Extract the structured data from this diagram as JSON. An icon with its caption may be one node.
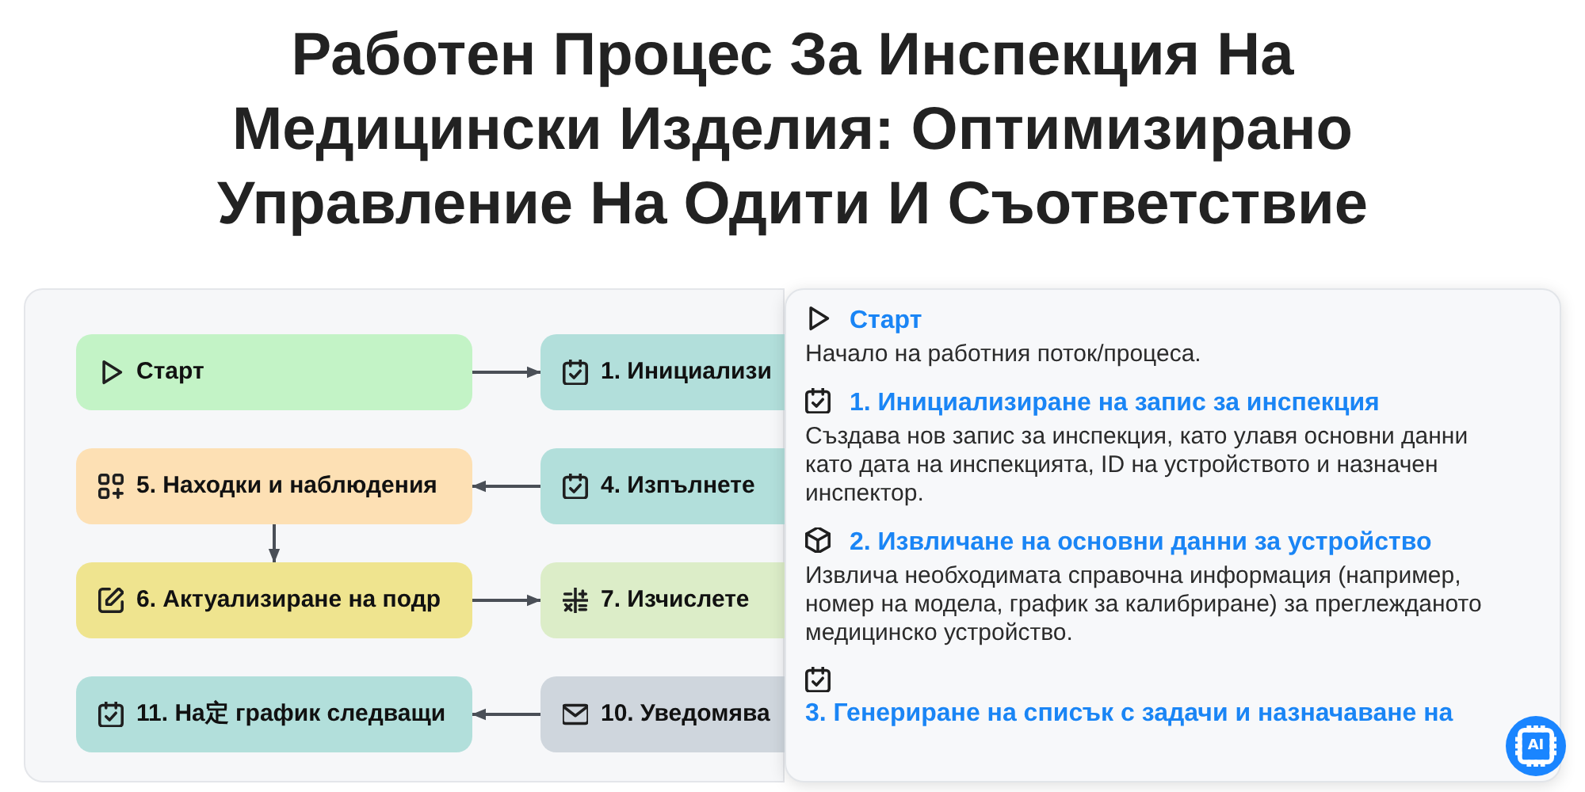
{
  "diagram": {
    "title": "Работен Процес За Инспекция На Медицински Изделия: Оптимизирано Управление На Одити И Съответствие",
    "nodes": [
      {
        "text": [
          "Старт"
        ]
      },
      {
        "text": [
          "1. Инициализи"
        ]
      },
      {
        "text": [
          "5. Находки и наблюдения"
        ]
      },
      {
        "text": [
          "4. Изпълнете"
        ]
      },
      {
        "text": [
          "6. Актуализиране на подр"
        ]
      },
      {
        "text": [
          "7. Изчислете"
        ]
      },
      {
        "text": [
          "11. На定 график следващи"
        ]
      },
      {
        "text": [
          "10. Уведомява"
        ]
      },
      {
        "text": [
          "Старт",
          "Начало на работния поток/процеса.",
          "1. Инициализиране на запис за инспекция",
          "Създава нов запис за инспекция, като улавя основни данни като дата на инспекцията, ID на устройството и назначен инспектор.",
          "2. Извличане на основни данни за устройство",
          "Извлича необходимата справочна информация (например, номер на модела, график за калибриране) за преглежданото медицинско устройство.",
          "3. Генериране на списък с задачи и назначаване на"
        ]
      }
    ],
    "edges": [
      {
        "from": 0,
        "to": 1,
        "arrow": "to"
      },
      {
        "from": 3,
        "to": 2,
        "arrow": "to"
      },
      {
        "from": 2,
        "to": 4,
        "arrow": "to"
      },
      {
        "from": 4,
        "to": 5,
        "arrow": "to"
      },
      {
        "from": 7,
        "to": 6,
        "arrow": "to"
      }
    ],
    "labels": [
      "AI"
    ]
  }
}
